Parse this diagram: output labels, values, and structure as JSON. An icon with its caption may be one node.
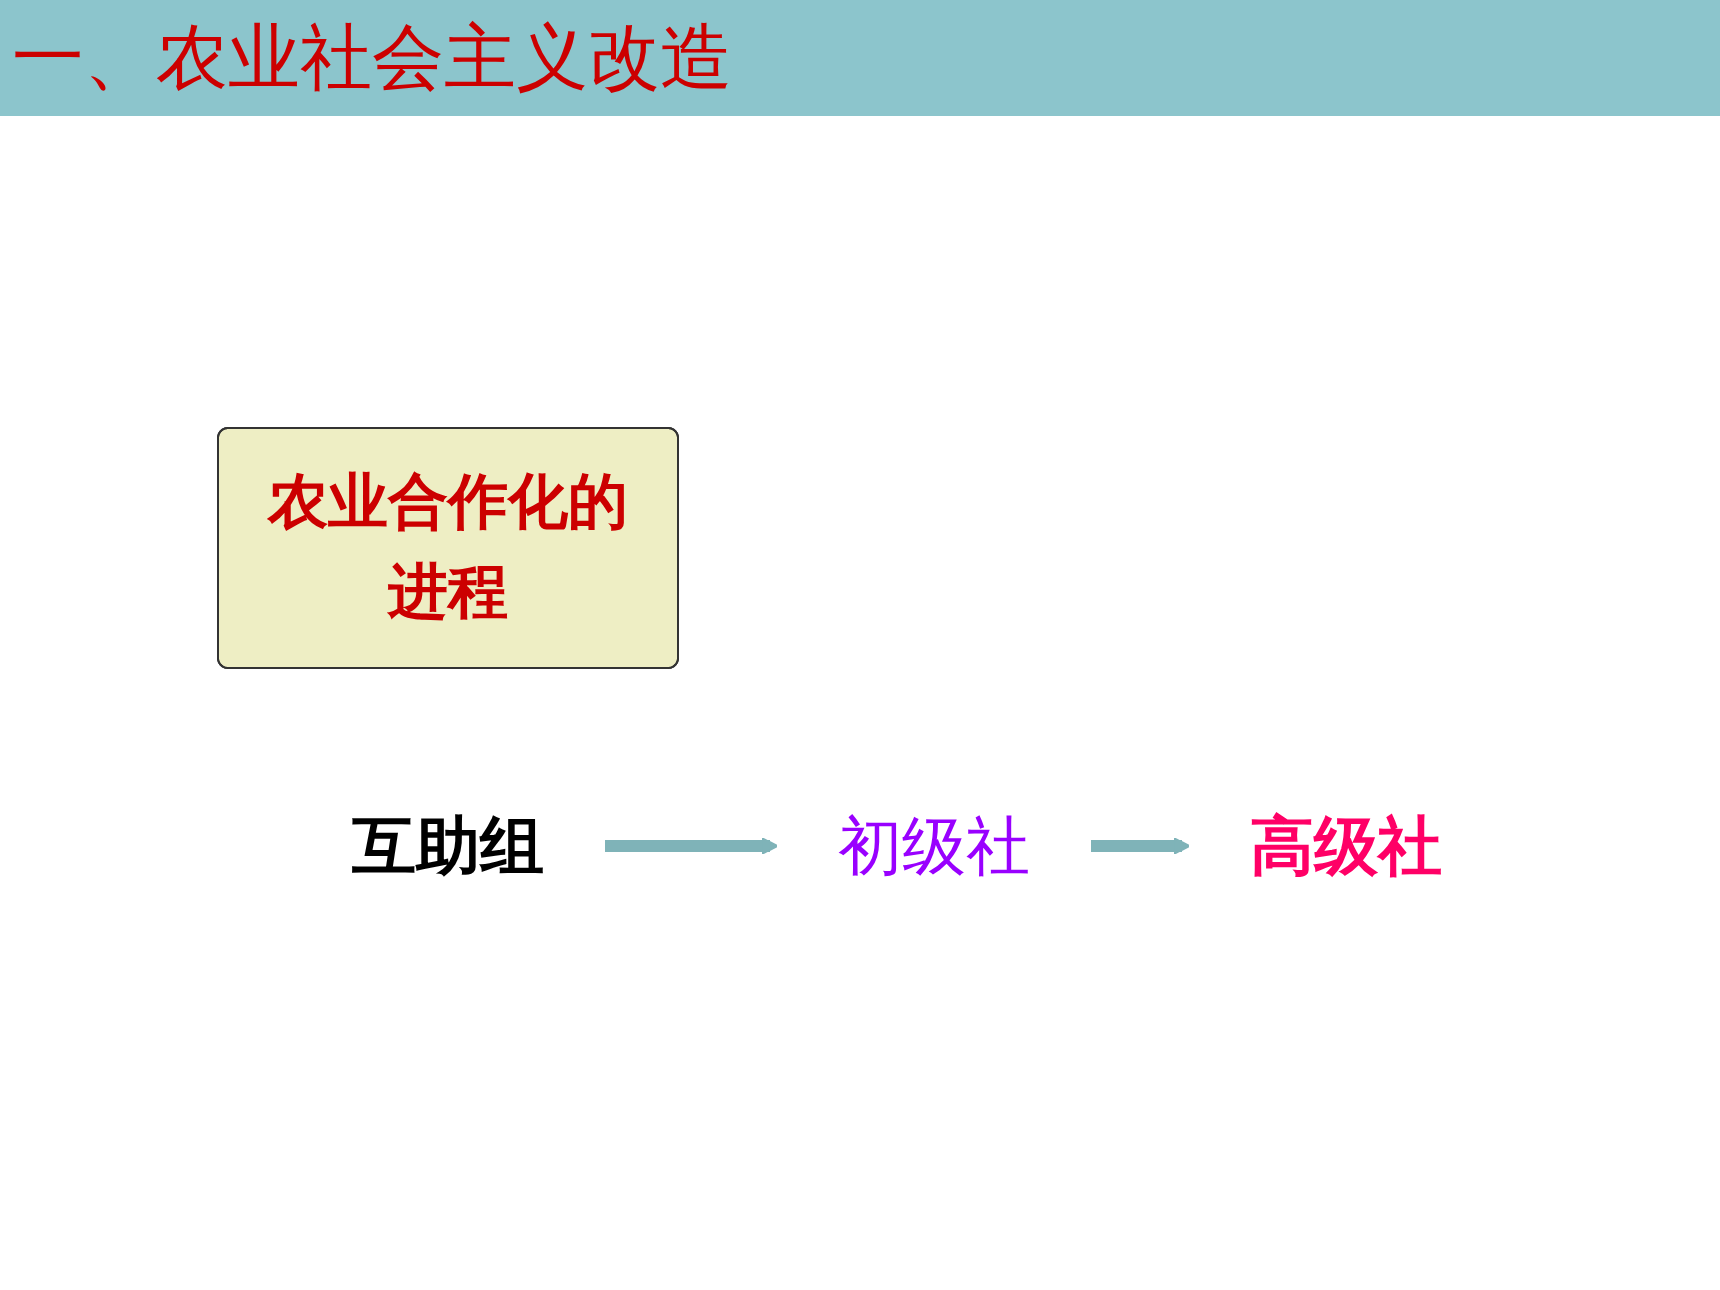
{
  "diagram": {
    "title": "一、农业社会主义改造",
    "nodes": [
      {
        "text": [
          "农业合作化的进程"
        ]
      },
      {
        "text": [
          "互助组"
        ]
      },
      {
        "text": [
          "初级社"
        ]
      },
      {
        "text": [
          "高级社"
        ]
      }
    ],
    "edges": [
      {
        "from": 1,
        "to": 2,
        "arrow": "to"
      },
      {
        "from": 2,
        "to": 3,
        "arrow": "to"
      }
    ]
  }
}
